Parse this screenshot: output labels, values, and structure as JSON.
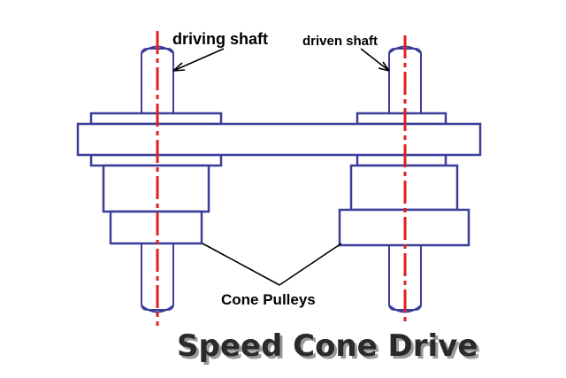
{
  "labels": {
    "driving_shaft": "driving shaft",
    "driven_shaft": "driven shaft",
    "cone_pulleys": "Cone Pulleys"
  },
  "title": "Speed Cone Drive",
  "colors": {
    "outline": "#3a3d9a",
    "center_line": "#e0201e",
    "leader": "#000000",
    "title": "#2a2a2a",
    "title_shadow": "#9a9a9a"
  }
}
